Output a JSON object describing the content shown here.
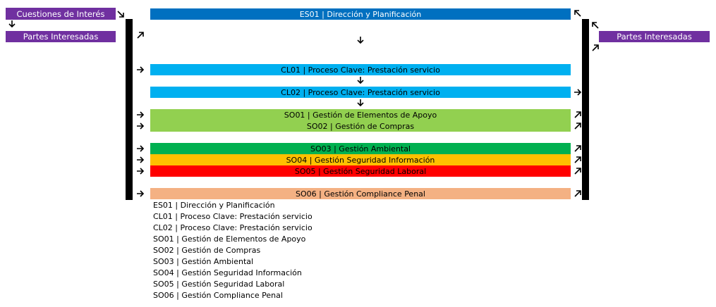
{
  "left": {
    "issues_label": "Cuestiones de Interés",
    "parties_label": "Partes Interesadas"
  },
  "right": {
    "parties_label": "Partes Interesadas"
  },
  "processes": [
    {
      "code": "ES01 | Dirección y Planificación",
      "color": "#0070c0",
      "text_color": "#ffffff"
    },
    {
      "code": "CL01 | Proceso Clave: Prestación servicio",
      "color": "#00b0f0",
      "text_color": "#000000"
    },
    {
      "code": "CL02 | Proceso Clave: Prestación servicio",
      "color": "#00b0f0",
      "text_color": "#000000"
    },
    {
      "code": "SO01 | Gestión de Elementos de Apoyo",
      "color": "#92d050",
      "text_color": "#000000"
    },
    {
      "code": "SO02 | Gestión de Compras",
      "color": "#92d050",
      "text_color": "#000000"
    },
    {
      "code": "SO03 | Gestión Ambiental",
      "color": "#00b050",
      "text_color": "#000000"
    },
    {
      "code": "SO04 | Gestión Seguridad Información",
      "color": "#ffc000",
      "text_color": "#000000"
    },
    {
      "code": "SO05 | Gestión Seguridad Laboral",
      "color": "#ff0000",
      "text_color": "#000000"
    },
    {
      "code": "SO06 | Gestión Compliance Penal",
      "color": "#f4b183",
      "text_color": "#000000"
    }
  ],
  "legend": [
    "ES01 | Dirección y Planificación",
    "CL01 | Proceso Clave: Prestación servicio",
    "CL02 | Proceso Clave: Prestación servicio",
    "SO01 | Gestión de Elementos de Apoyo",
    "SO02 | Gestión de Compras",
    "SO03 | Gestión Ambiental",
    "SO04 | Gestión Seguridad Información",
    "SO05 | Gestión Seguridad Laboral",
    "SO06 | Gestión Compliance Penal"
  ]
}
